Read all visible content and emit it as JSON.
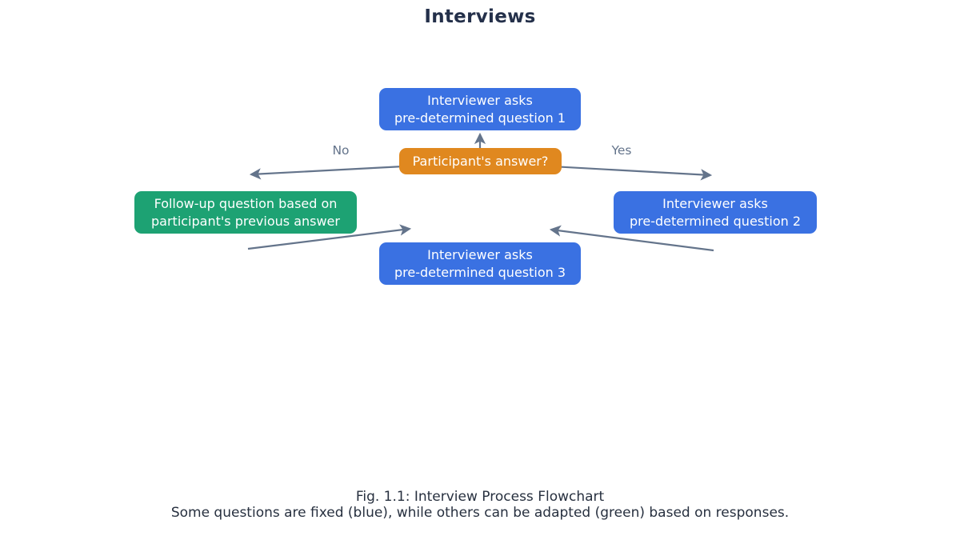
{
  "title": "Interviews",
  "nodes": [
    {
      "id": "question-1",
      "type": "fixed-question",
      "lines": [
        "Interviewer asks",
        "pre-determined question 1"
      ]
    },
    {
      "id": "participants-answer",
      "type": "decision",
      "lines": [
        "Participant's answer?"
      ]
    },
    {
      "id": "follow-up",
      "type": "adaptive-question",
      "lines": [
        "Follow-up question based on",
        "participant's previous answer"
      ]
    },
    {
      "id": "question-2",
      "type": "fixed-question",
      "lines": [
        "Interviewer asks",
        "pre-determined question 2"
      ]
    },
    {
      "id": "question-3",
      "type": "fixed-question",
      "lines": [
        "Interviewer asks",
        "pre-determined question 3"
      ]
    }
  ],
  "edges": [
    {
      "from": "participants-answer",
      "to": "question-1",
      "label": ""
    },
    {
      "from": "participants-answer",
      "to": "follow-up",
      "label": "No"
    },
    {
      "from": "participants-answer",
      "to": "question-2",
      "label": "Yes"
    },
    {
      "from": "follow-up",
      "to": "question-3",
      "label": ""
    },
    {
      "from": "question-2",
      "to": "question-3",
      "label": ""
    }
  ],
  "caption": {
    "line1": "Fig. 1.1: Interview Process Flowchart",
    "line2": "Some questions are fixed (blue), while others can be adapted (green) based on responses."
  },
  "colors": {
    "fixed_blue": "#3a71e2",
    "decision_orange": "#e0881f",
    "adaptive_green": "#1da273",
    "arrow_gray": "#64748b",
    "title_text": "#24304a",
    "caption_text": "#27303f",
    "label_text": "#64748b",
    "node_text": "#ffffff"
  }
}
